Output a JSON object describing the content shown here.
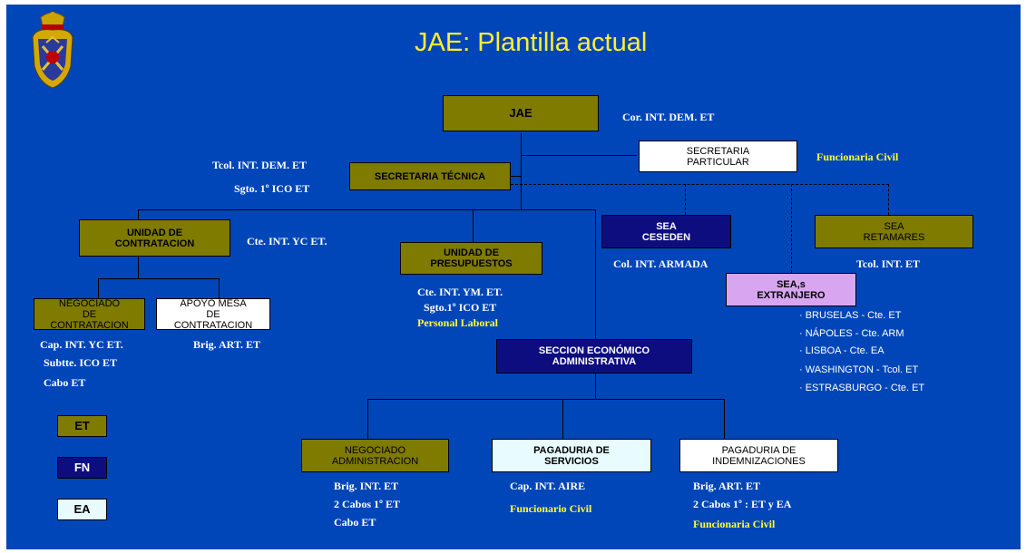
{
  "title": "JAE: Plantilla actual",
  "colors": {
    "background": "#0046b8",
    "olive": "#7f7a00",
    "navy": "#0d0d80",
    "lilac": "#d8a6f0",
    "highlight": "#ffff33"
  },
  "crest_icon": "coat-of-arms",
  "nodes": {
    "jae": "JAE",
    "secretaria_particular": "SECRETARIA\nPARTICULAR",
    "secretaria_tecnica": "SECRETARIA TÉCNICA",
    "unidad_contratacion": "UNIDAD DE\nCONTRATACION",
    "unidad_presupuestos": "UNIDAD DE\nPRESUPUESTOS",
    "sea_ceseden": "SEA\nCESEDEN",
    "sea_retamares": "SEA\nRETAMARES",
    "seas_extranjero": "SEA,s\nEXTRANJERO",
    "negociado_contratacion": "NEGOCIADO\nDE\nCONTRATACION",
    "apoyo_mesa": "APOYO MESA\nDE\nCONTRATACION",
    "seccion_economico": "SECCION ECONÓMICO\nADMINISTRATIVA",
    "negociado_administracion": "NEGOCIADO\nADMINISTRACION",
    "pagaduria_servicios": "PAGADURIA DE\nSERVICIOS",
    "pagaduria_indemnizaciones": "PAGADURIA DE\nINDEMNIZACIONES"
  },
  "staff": {
    "jae": "Cor. INT. DEM. ET",
    "secretaria_particular": "Funcionaria Civil",
    "secretaria_tecnica": [
      "Tcol. INT. DEM. ET",
      "Sgto. 1º ICO ET"
    ],
    "unidad_contratacion": "Cte. INT. YC ET.",
    "unidad_presupuestos": [
      "Cte. INT. YM. ET.",
      "Sgto.1º ICO ET",
      "Personal Laboral"
    ],
    "sea_ceseden": "Col. INT. ARMADA",
    "sea_retamares": "Tcol. INT. ET",
    "seas_extranjero": [
      "· BRUSELAS - Cte. ET",
      "· NÁPOLES - Cte. ARM",
      "· LISBOA - Cte. EA",
      "· WASHINGTON - Tcol. ET",
      "· ESTRASBURGO - Cte. ET"
    ],
    "negociado_contratacion": [
      "Cap. INT. YC ET.",
      "Subtte. ICO ET",
      "Cabo ET"
    ],
    "apoyo_mesa": "Brig. ART. ET",
    "negociado_administracion": [
      "Brig. INT. ET",
      "2 Cabos 1º ET",
      "Cabo ET"
    ],
    "pagaduria_servicios": [
      "Cap. INT. AIRE",
      "Funcionario Civil"
    ],
    "pagaduria_indemnizaciones": [
      "Brig. ART. ET",
      "2 Cabos 1º : ET y EA",
      "Funcionaria Civil"
    ]
  },
  "legend": [
    "ET",
    "FN",
    "EA"
  ]
}
